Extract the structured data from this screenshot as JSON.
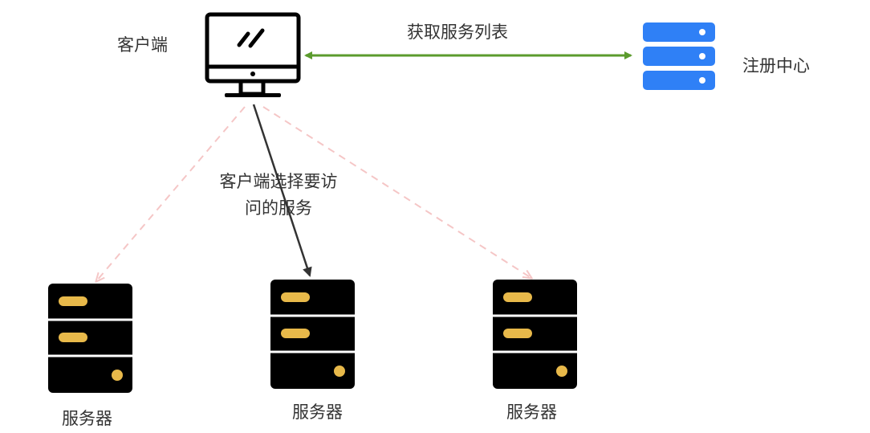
{
  "client": {
    "label": "客户端"
  },
  "registry": {
    "label": "注册中心"
  },
  "fetch_edge": {
    "label": "获取服务列表"
  },
  "select_edge": {
    "line1": "客户端选择要访",
    "line2": "问的服务"
  },
  "servers": [
    {
      "label": "服务器"
    },
    {
      "label": "服务器"
    },
    {
      "label": "服务器"
    }
  ],
  "colors": {
    "monitor": "#000000",
    "registry": "#2f80f6",
    "server_body": "#000000",
    "server_slot": "#e8b94a",
    "fetch_arrow": "#5b9b2d",
    "select_arrow": "#333333",
    "dashed_arrow": "#f5c6c6"
  }
}
